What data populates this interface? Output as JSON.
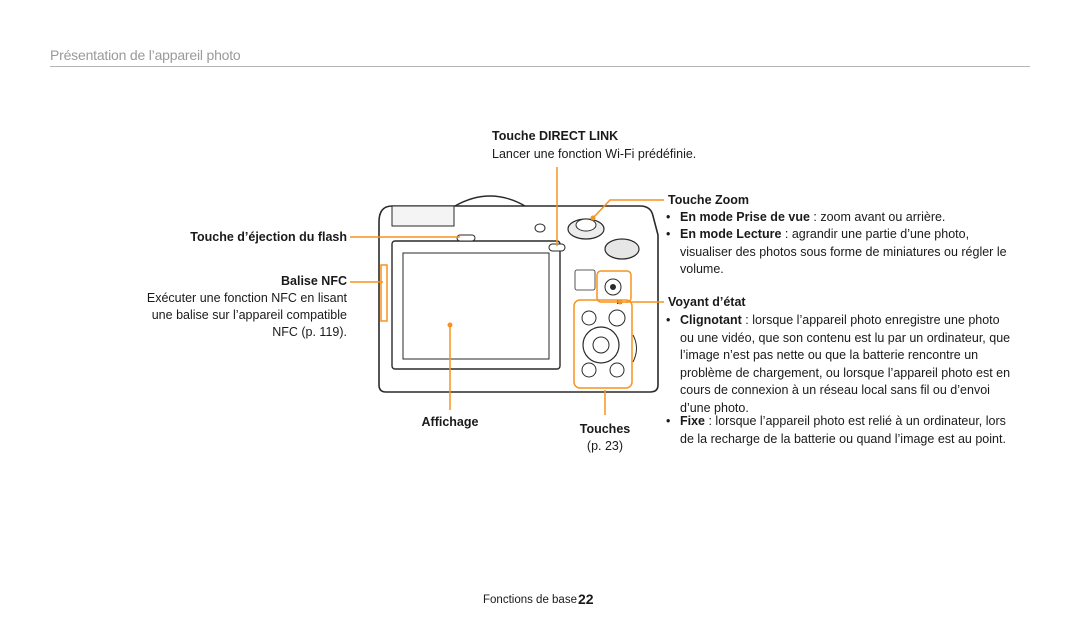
{
  "header": {
    "title": "Présentation de l’appareil photo"
  },
  "callouts": {
    "direct_link": {
      "title": "Touche DIRECT LINK",
      "desc": "Lancer une fonction Wi-Fi prédéfinie."
    },
    "flash_eject": {
      "title": "Touche d’éjection du flash"
    },
    "nfc": {
      "title": "Balise NFC",
      "desc_lines": [
        "Exécuter une fonction NFC en lisant",
        "une balise sur l’appareil compatible",
        "NFC (p. 119)."
      ]
    },
    "display": {
      "title": "Affichage"
    },
    "buttons": {
      "title": "Touches",
      "ref": "(p. 23)"
    },
    "zoom": {
      "title": "Touche Zoom",
      "items": [
        {
          "bold": "En mode Prise de vue",
          "text": " : zoom avant ou arrière."
        },
        {
          "bold": "En mode Lecture",
          "text": " : agrandir une partie d’une photo, visualiser des photos sous forme de miniatures ou régler le volume."
        }
      ]
    },
    "status_lamp": {
      "title": "Voyant d’état",
      "items": [
        {
          "bold": "Clignotant",
          "text": " : lorsque l’appareil photo enregistre une photo ou une vidéo, que son contenu est lu par un ordinateur, que l’image n’est pas nette ou que la batterie rencontre un problème de chargement, ou lorsque l’appareil photo est en cours de connexion à un réseau local sans fil ou d’envoi d’une photo."
        },
        {
          "bold": "Fixe",
          "text": " : lorsque l’appareil photo est relié à un ordinateur, lors de la recharge de la batterie ou quand l’image est au point."
        }
      ]
    }
  },
  "footer": {
    "section": "Fonctions de base",
    "page": "22"
  },
  "colors": {
    "accent": "#f7941d",
    "rule": "#b5b5b5",
    "header_text": "#9a9a9a"
  }
}
